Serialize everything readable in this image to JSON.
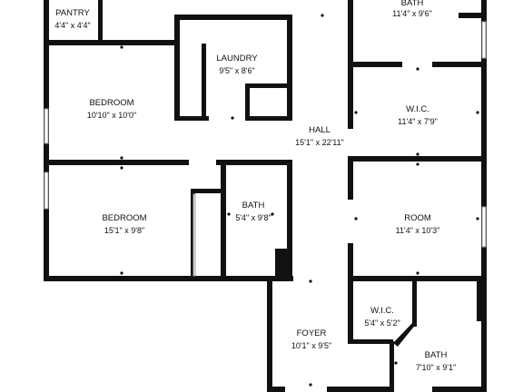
{
  "rooms": {
    "pantry": {
      "name": "PANTRY",
      "dims": "4'4\" x 4'4\""
    },
    "laundry": {
      "name": "LAUNDRY",
      "dims": "9'5\" x 8'6\""
    },
    "bedroom1": {
      "name": "BEDROOM",
      "dims": "10'10\" x 10'0\""
    },
    "bedroom2": {
      "name": "BEDROOM",
      "dims": "15'1\" x 9'8\""
    },
    "bath1": {
      "name": "BATH",
      "dims": "5'4\" x 9'8\""
    },
    "hall": {
      "name": "HALL",
      "dims": "15'1\" x 22'11\""
    },
    "bath_top": {
      "name": "BATH",
      "dims": "11'4\" x 9'6\""
    },
    "wic1": {
      "name": "W.I.C.",
      "dims": "11'4\" x 7'9\""
    },
    "room": {
      "name": "ROOM",
      "dims": "11'4\" x 10'3\""
    },
    "wic2": {
      "name": "W.I.C.",
      "dims": "5'4\" x 5'2\""
    },
    "foyer": {
      "name": "FOYER",
      "dims": "10'1\" x 9'5\""
    },
    "bath2": {
      "name": "BATH",
      "dims": "7'10\" x 9'1\""
    }
  }
}
